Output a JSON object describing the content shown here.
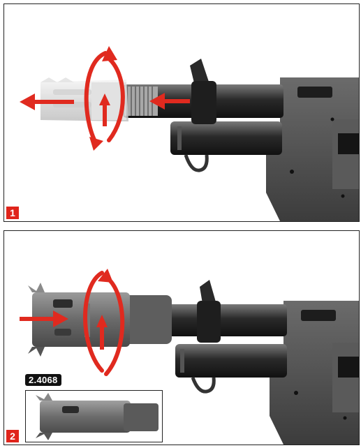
{
  "steps": [
    {
      "number": "1"
    },
    {
      "number": "2",
      "part_number": "2.4068"
    }
  ],
  "colors": {
    "arrow": "#e02a1f",
    "frame": "#222222",
    "label_bg": "#111111",
    "step_badge": "#e0241b"
  },
  "icons": [
    "arrow-left-icon",
    "arrow-right-icon",
    "rotate-arrow-icon"
  ]
}
